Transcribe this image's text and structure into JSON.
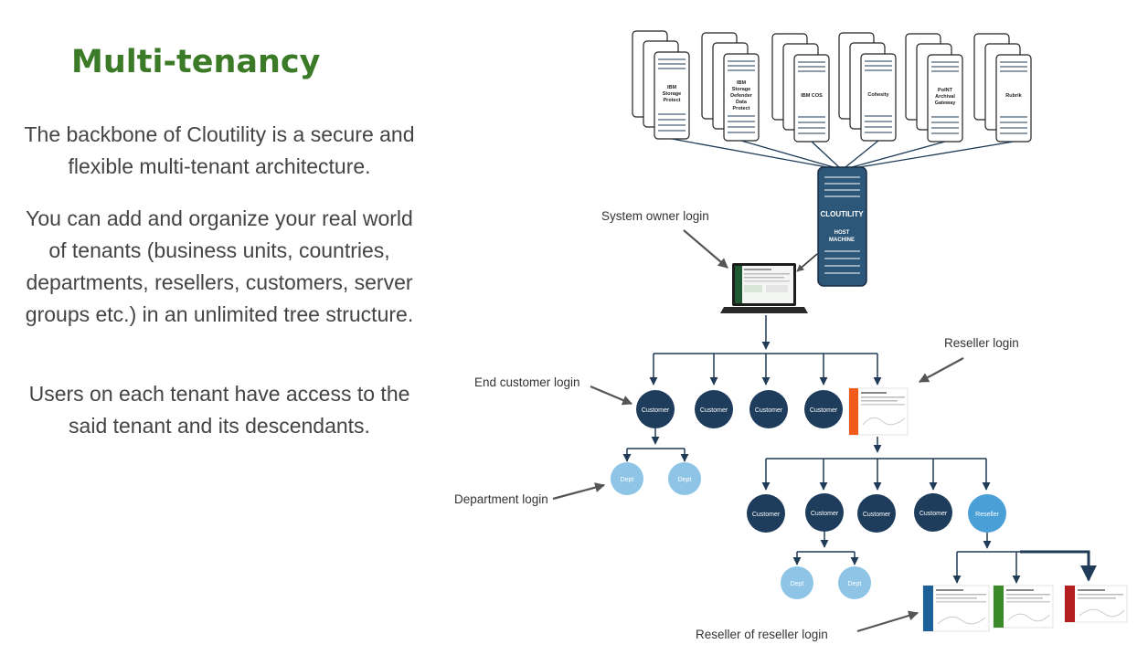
{
  "title": "Multi-tenancy",
  "paragraphs": [
    "The backbone of Cloutility is a secure and flexible multi-tenant architecture.",
    "You can add and organize your real world of tenants (business units, countries, departments, resellers, customers, server groups etc.) in an unlimited tree structure.",
    "Users on each tenant have access to the said tenant and its descendants."
  ],
  "servers": [
    "IBM Storage Protect",
    "IBM Storage Defender Data Protect",
    "IBM COS",
    "Cohesity",
    "PoINT Archival Gateway",
    "Rubrik"
  ],
  "host": {
    "name": "CLOUTILITY",
    "sub": "HOST MACHINE"
  },
  "labels": {
    "system_owner": "System owner login",
    "reseller": "Reseller login",
    "end_customer": "End customer login",
    "department": "Department login",
    "reseller_of_reseller": "Reseller of reseller login"
  },
  "nodes": {
    "customer": "Customer",
    "dept": "Dept",
    "reseller": "Reseller"
  },
  "colors": {
    "title": "#3b7a26",
    "node_dark": "#1e3d5c",
    "node_light": "#8ec5e6",
    "node_mid": "#4a9fd6",
    "line": "#1f3b57"
  }
}
